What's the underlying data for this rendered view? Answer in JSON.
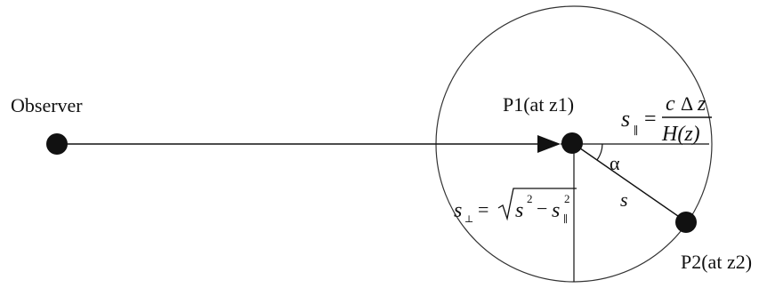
{
  "labels": {
    "observer": "Observer",
    "p1": "P1(at z1)",
    "p2": "P2(at z2)",
    "alpha": "α",
    "s": "s"
  },
  "equations": {
    "s_parallel": {
      "lhs": "s",
      "lhs_sub": "∥",
      "eq": "=",
      "num_c": "c",
      "num_delta": "Δ",
      "num_z": "z",
      "den": "H(z)"
    },
    "s_perp": {
      "lhs": "s",
      "lhs_sub": "⊥",
      "eq": "=",
      "radicand_s": "s",
      "sup_2a": "2",
      "minus": "−",
      "radicand_s2": "s",
      "sup_2b": "2",
      "sub_par": "∥"
    }
  },
  "colors": {
    "line": "#111111",
    "node": "#111111",
    "circle": "#333333"
  }
}
